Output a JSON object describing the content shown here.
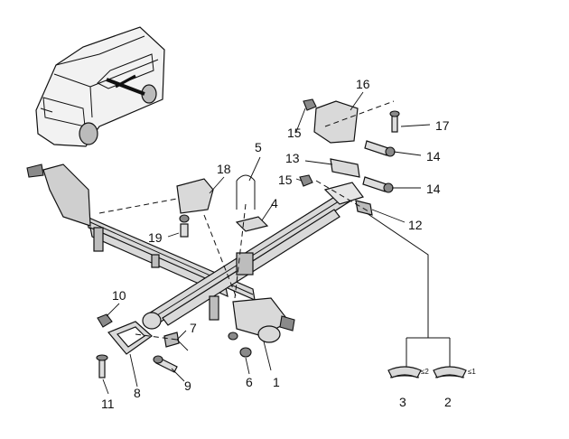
{
  "callouts": {
    "c1": "1",
    "c2": "2",
    "c3": "3",
    "c4": "4",
    "c5": "5",
    "c6": "6",
    "c7": "7",
    "c8": "8",
    "c9": "9",
    "c10": "10",
    "c11": "11",
    "c12": "12",
    "c13": "13",
    "c14a": "14",
    "c14b": "14",
    "c15a": "15",
    "c15b": "15",
    "c16": "16",
    "c17": "17",
    "c18": "18",
    "c19": "19"
  },
  "spring_marks": {
    "left": "≤2",
    "right": "≤1"
  }
}
